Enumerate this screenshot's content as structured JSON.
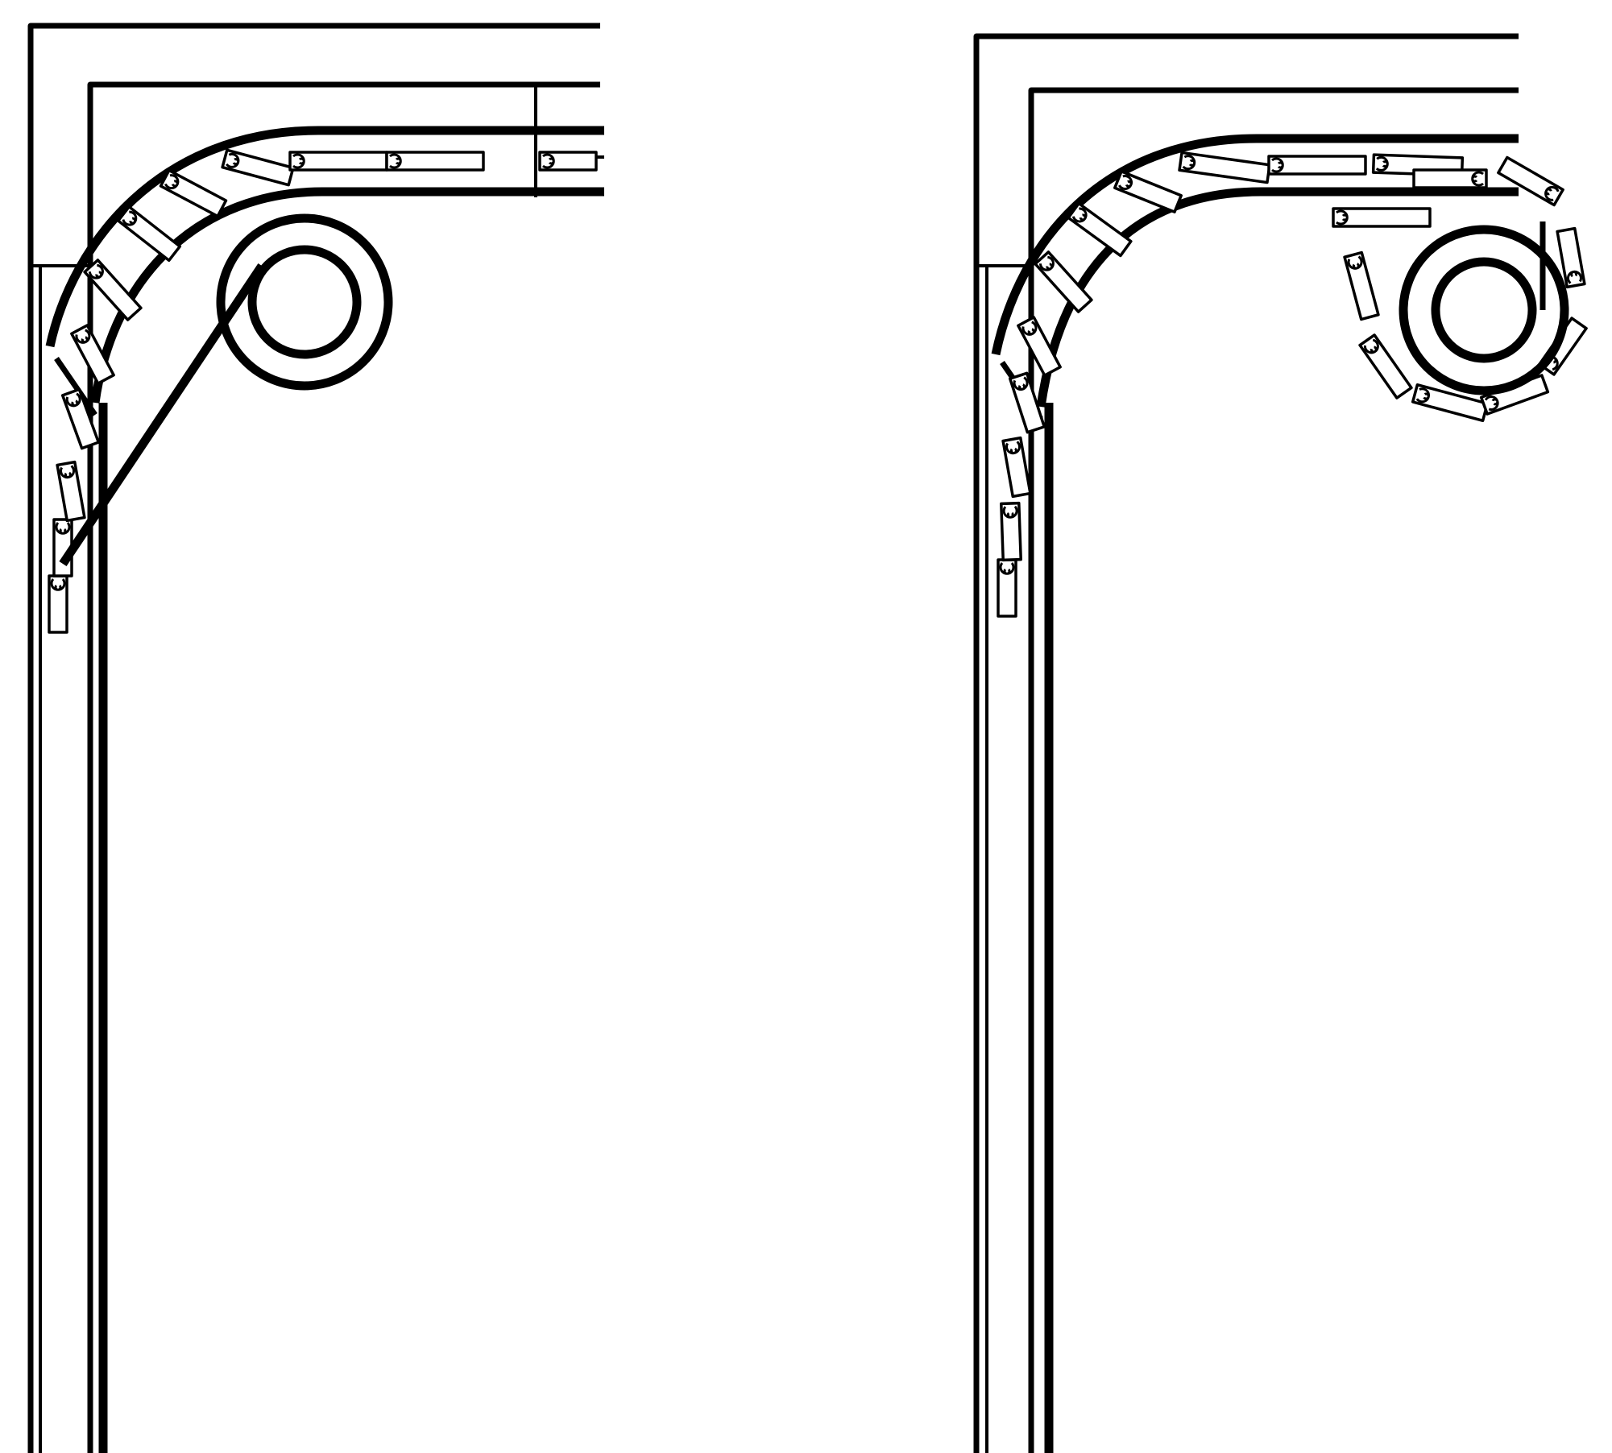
{
  "diagram": {
    "figures": [
      {
        "name": "left-figure",
        "state": "roller-empty-with-strap"
      },
      {
        "name": "right-figure",
        "state": "roller-wound-with-slats"
      }
    ],
    "colors": {
      "line": "#000000",
      "background": "#ffffff"
    }
  }
}
